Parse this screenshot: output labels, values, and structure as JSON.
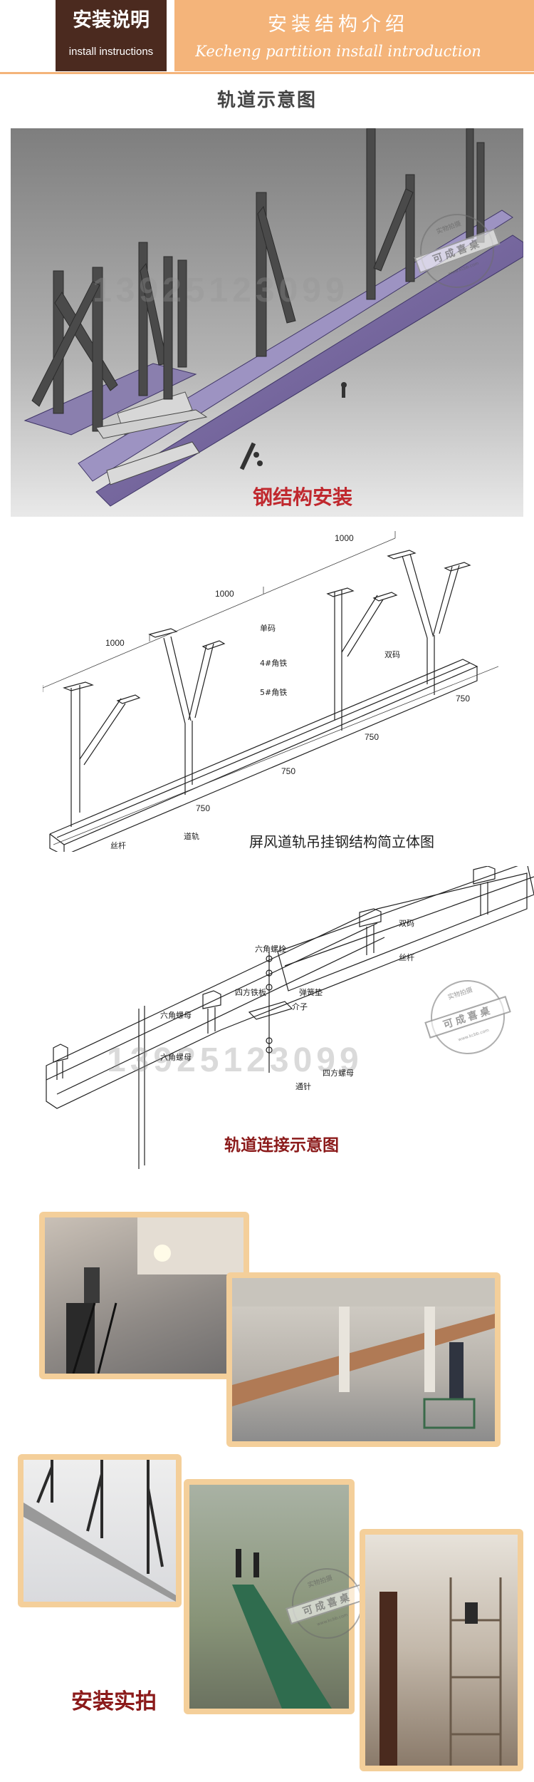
{
  "header": {
    "left_title": "安装说明",
    "left_subtitle": "install instructions",
    "right_title": "安装结构介绍",
    "right_subtitle": "Kecheng   partition install introduction"
  },
  "section1": {
    "title": "轨道示意图",
    "caption": "钢结构安装",
    "watermark_phone": "13925123099"
  },
  "section2": {
    "caption": "屏风道轨吊挂钢结构简立体图",
    "dims": [
      "1000",
      "1000",
      "1000",
      "750",
      "750",
      "750",
      "750"
    ],
    "labels": {
      "single_clamp": "单码",
      "angle4": "4#角铁",
      "angle5": "5#角铁",
      "double_clamp": "双码",
      "rod": "丝杆",
      "track": "道轨"
    }
  },
  "section3": {
    "caption": "轨道连接示意图",
    "watermark_phone": "13925123099",
    "labels": {
      "double_clamp": "双码",
      "rod": "丝杆",
      "hex_bolt": "六角螺栓",
      "square_plate": "四方铁板",
      "spring_washer": "弹簧垫",
      "spacer": "介子",
      "hex_nut_1": "六角螺母",
      "hex_nut_2": "六角螺母",
      "square_nut": "四方螺母",
      "pin": "通针"
    }
  },
  "section4": {
    "caption": "安装实拍"
  },
  "stamp": {
    "top_text": "实物拍摄",
    "band_text": "可成喜桌",
    "url": "www.kcbb.com"
  }
}
